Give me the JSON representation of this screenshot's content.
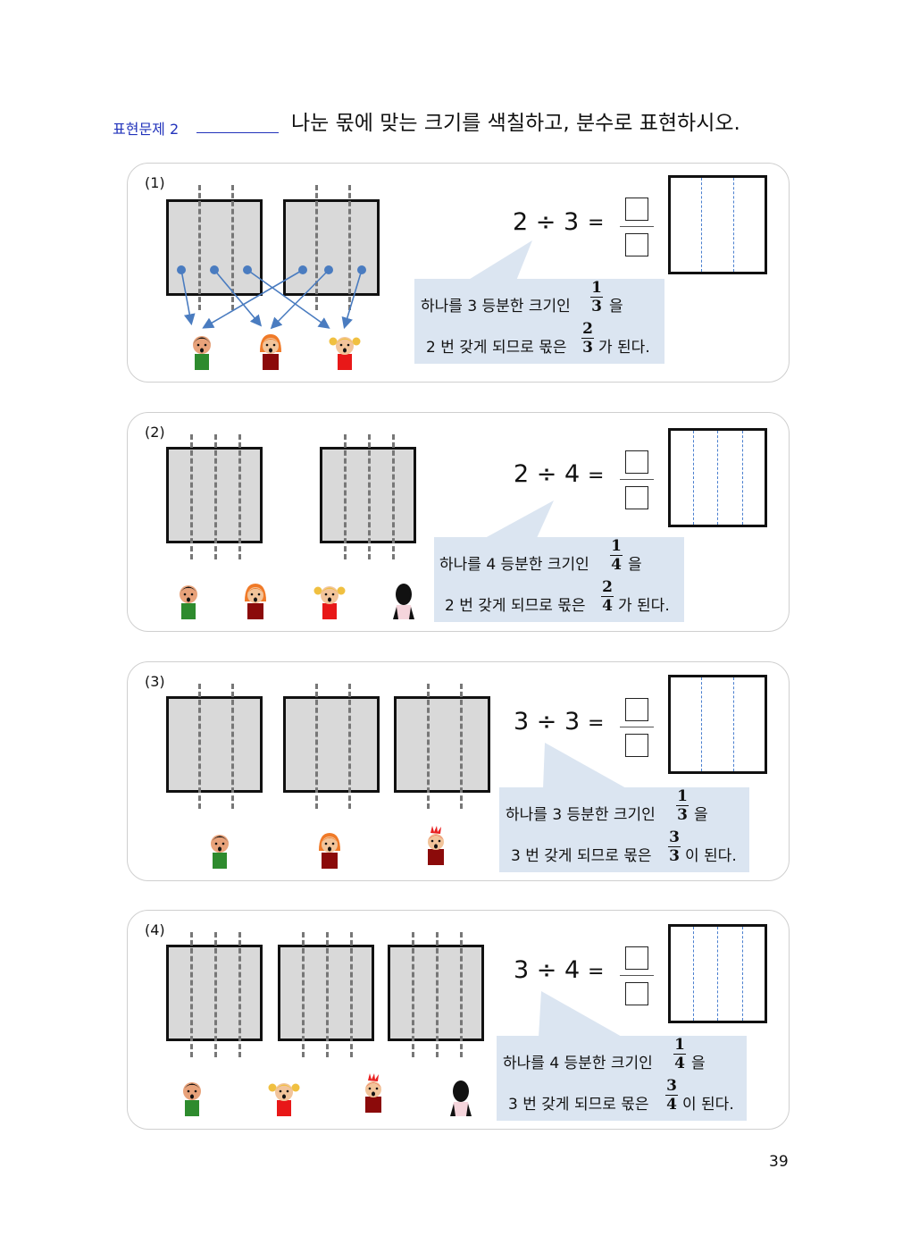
{
  "header": {
    "label": "표현문제 2",
    "instruction": "나눈 몫에 맞는 크기를 색칠하고, 분수로 표현하시오."
  },
  "page_number": "39",
  "problems": [
    {
      "number": "(1)",
      "equation": "2 ÷ 3",
      "equals": "=",
      "line1": {
        "prefix": "하나를  3 등분한 크기인",
        "frac_num": "1",
        "frac_den": "3",
        "suffix": "을"
      },
      "line2": {
        "prefix": "2 번 갖게 되므로 몫은",
        "frac_num": "2",
        "frac_den": "3",
        "suffix": "가 된다."
      }
    },
    {
      "number": "(2)",
      "equation": "2 ÷ 4",
      "equals": "=",
      "line1": {
        "prefix": "하나를  4 등분한 크기인",
        "frac_num": "1",
        "frac_den": "4",
        "suffix": "을"
      },
      "line2": {
        "prefix": "2 번 갖게 되므로 몫은",
        "frac_num": "2",
        "frac_den": "4",
        "suffix": "가 된다."
      }
    },
    {
      "number": "(3)",
      "equation": "3 ÷ 3",
      "equals": "=",
      "line1": {
        "prefix": "하나를  3 등분한 크기인",
        "frac_num": "1",
        "frac_den": "3",
        "suffix": "을"
      },
      "line2": {
        "prefix": "3 번 갖게 되므로 몫은",
        "frac_num": "3",
        "frac_den": "3",
        "suffix": "이 된다."
      }
    },
    {
      "number": "(4)",
      "equation": "3 ÷ 4",
      "equals": "=",
      "line1": {
        "prefix": "하나를  4 등분한 크기인",
        "frac_num": "1",
        "frac_den": "4",
        "suffix": "을"
      },
      "line2": {
        "prefix": "3 번 갖게 되므로 몫은",
        "frac_num": "3",
        "frac_den": "4",
        "suffix": "이 된다."
      }
    }
  ],
  "colors": {
    "header_blue": "#2233bb",
    "bubble_bg": "#dbe5f1",
    "pie_fill": "#d9d9d9",
    "arrow_blue": "#4a7cc0",
    "answer_cut_blue": "#4a7fcf"
  },
  "icons": [
    "child-icon",
    "arrow-icon"
  ]
}
